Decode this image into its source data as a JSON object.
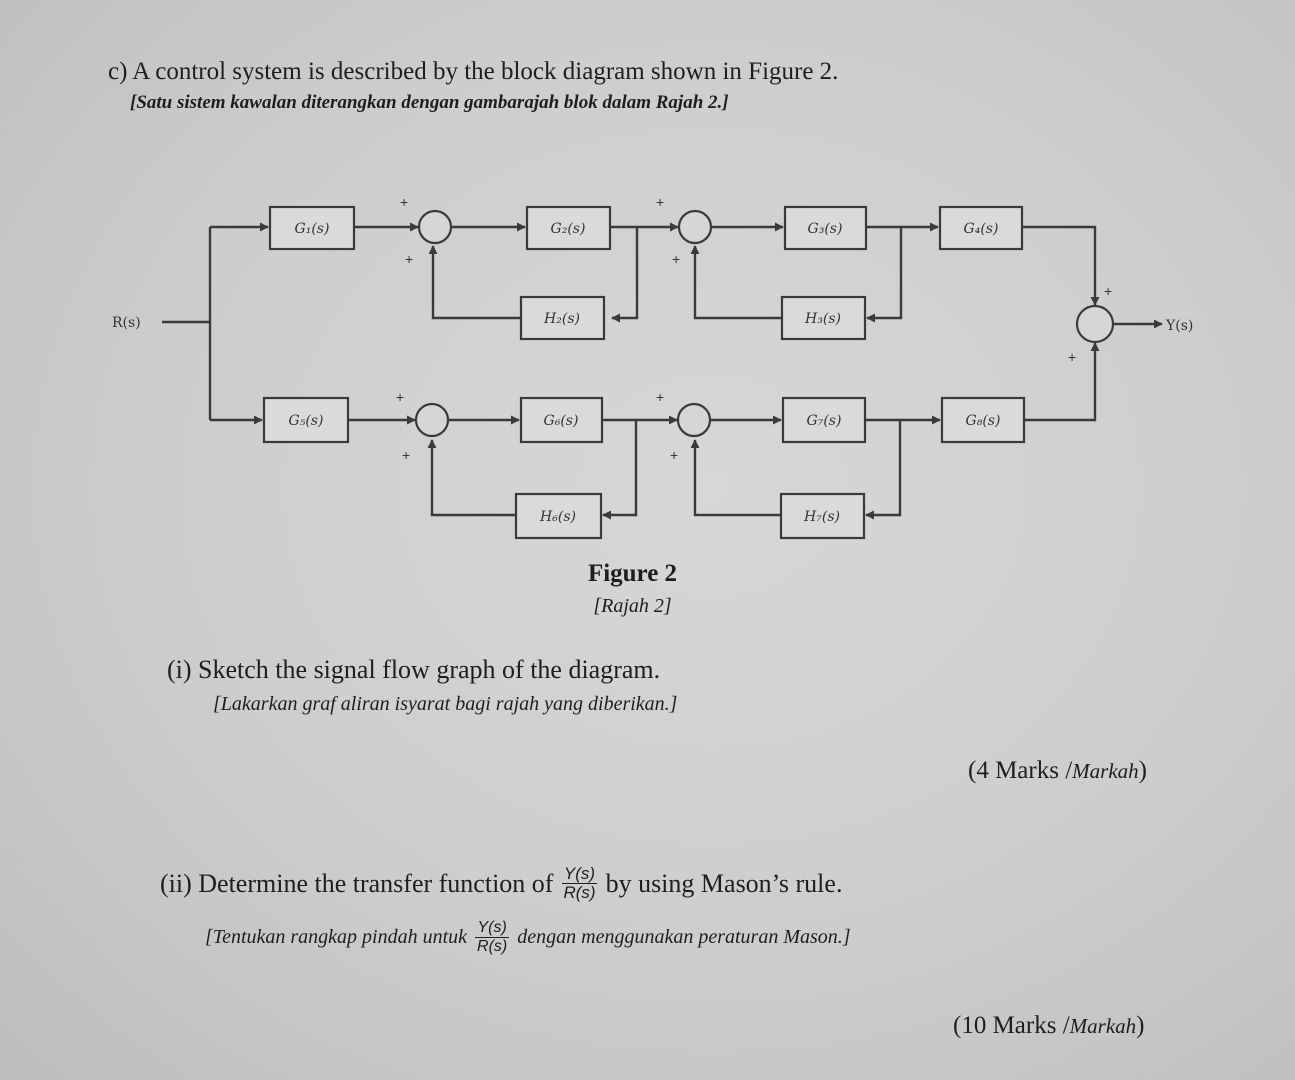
{
  "question": {
    "title": "c) A control system is described by the block diagram shown in Figure 2.",
    "title_ms": "[Satu sistem kawalan diterangkan dengan gambarajah blok dalam Rajah 2.]"
  },
  "diagram": {
    "input_label": "R(s)",
    "output_label": "Y(s)",
    "blocks": {
      "G1": "G₁(s)",
      "G2": "G₂(s)",
      "G3": "G₃(s)",
      "G4": "G₄(s)",
      "G5": "G₅(s)",
      "G6": "G₆(s)",
      "G7": "G₇(s)",
      "G8": "G₈(s)",
      "H2": "H₂(s)",
      "H3": "H₃(s)",
      "H6": "H₆(s)",
      "H7": "H₇(s)"
    },
    "plus_sign": "+"
  },
  "figure": {
    "caption": "Figure 2",
    "caption_ms": "[Rajah 2]"
  },
  "part_i": {
    "text": "(i) Sketch the signal flow graph of the diagram.",
    "text_ms": "[Lakarkan graf aliran isyarat bagi rajah yang diberikan.]",
    "marks": "(4 Marks /",
    "marks_ms": "Markah",
    "marks_close": ")"
  },
  "part_ii": {
    "text_before": "(ii) Determine the transfer function of",
    "frac_num": "Y(s)",
    "frac_den": "R(s)",
    "text_after": "by using Mason’s rule.",
    "text_ms_before": "[Tentukan rangkap pindah untuk",
    "text_ms_after": "dengan menggunakan peraturan Mason.]",
    "marks": "(10 Marks /",
    "marks_ms": "Markah",
    "marks_close": ")"
  }
}
